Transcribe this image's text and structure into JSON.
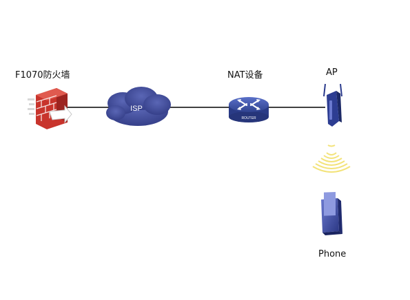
{
  "nodes": {
    "firewall": {
      "label": "F1070防火墙",
      "icon": "firewall-icon"
    },
    "isp": {
      "label": "ISP",
      "icon": "cloud-icon"
    },
    "nat": {
      "label": "NAT设备",
      "icon": "router-icon",
      "badge": "ROUTER"
    },
    "ap": {
      "label": "AP",
      "icon": "access-point-icon"
    },
    "wifi": {
      "icon": "wireless-signal-icon"
    },
    "phone": {
      "label": "Phone",
      "icon": "phone-icon"
    }
  },
  "colors": {
    "firewall_brick": "#c8342c",
    "cloud": "#3f4a95",
    "router": "#3a4da0",
    "ap": "#2a3a8c",
    "wifi": "#f3e37a",
    "phone_frame": "#3c4a9a",
    "link": "#000000"
  }
}
